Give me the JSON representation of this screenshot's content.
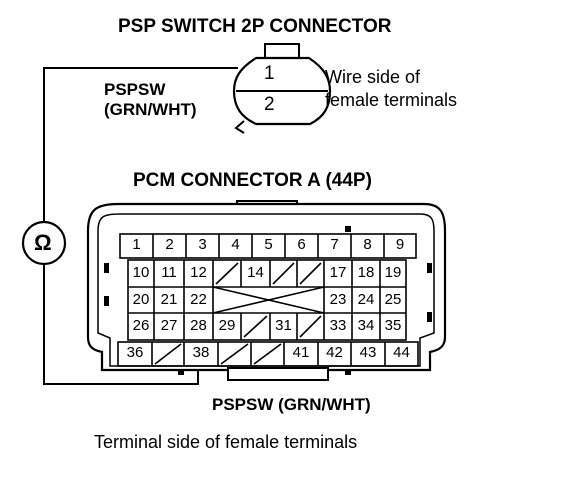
{
  "psp_connector": {
    "title": "PSP SWITCH 2P CONNECTOR",
    "pins": [
      "1",
      "2"
    ],
    "wire_label_line1": "PSPSW",
    "wire_label_line2": "(GRN/WHT)",
    "side_note_line1": "Wire side of",
    "side_note_line2": "female terminals"
  },
  "ohmmeter": {
    "symbol": "Ω",
    "icon": "ohmmeter-icon"
  },
  "pcm_connector": {
    "title": "PCM CONNECTOR A (44P)",
    "wire_label": "PSPSW (GRN/WHT)",
    "bottom_note": "Terminal side of female terminals",
    "rows": [
      [
        "1",
        "2",
        "3",
        "4",
        "5",
        "6",
        "7",
        "8",
        "9"
      ],
      [
        "10",
        "11",
        "12",
        "",
        "14",
        "",
        "",
        "17",
        "18",
        "19"
      ],
      [
        "20",
        "21",
        "22",
        "",
        "23",
        "24",
        "25"
      ],
      [
        "26",
        "27",
        "28",
        "29",
        "",
        "31",
        "",
        "33",
        "34",
        "35"
      ],
      [
        "36",
        "",
        "38",
        "",
        "",
        "41",
        "42",
        "43",
        "44"
      ]
    ]
  }
}
